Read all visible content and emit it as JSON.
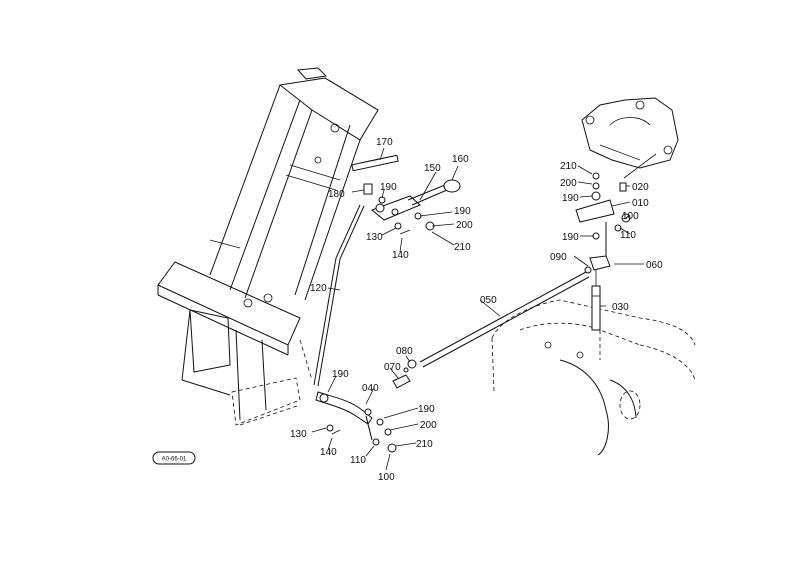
{
  "diagram": {
    "reference_code": "A0-66-01",
    "part_labels": {
      "p010": "010",
      "p020": "020",
      "p030": "030",
      "p040": "040",
      "p050": "050",
      "p060": "060",
      "p070": "070",
      "p080": "080",
      "p090": "090",
      "p100a": "100",
      "p100b": "100",
      "p110a": "110",
      "p110b": "110",
      "p120": "120",
      "p130a": "130",
      "p130b": "130",
      "p140a": "140",
      "p140b": "140",
      "p150": "150",
      "p160": "160",
      "p170": "170",
      "p180": "180",
      "p190a": "190",
      "p190b": "190",
      "p190c": "190",
      "p190d": "190",
      "p190e": "190",
      "p190f": "190",
      "p200a": "200",
      "p200b": "200",
      "p200c": "200",
      "p210a": "210",
      "p210b": "210",
      "p210c": "210"
    }
  }
}
